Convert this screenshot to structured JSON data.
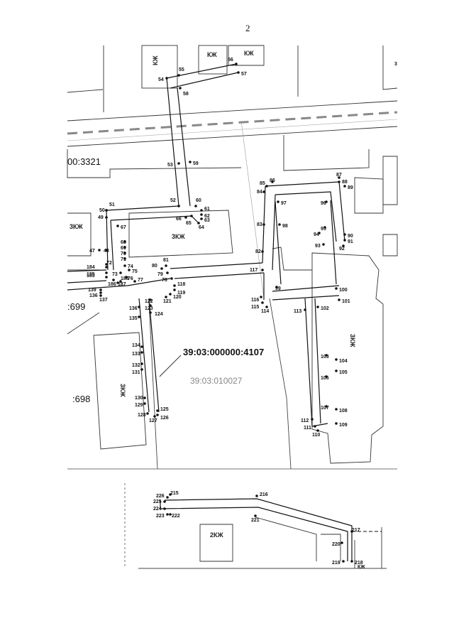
{
  "page_number": "2",
  "labels": {
    "main_parcel": "39:03:000000:4107",
    "quarter": "39:03:010027",
    "parcel_3321": "00:3321",
    "parcel_699": ":699",
    "parcel_698": ":698",
    "margin_mark": "3"
  },
  "buildings": [
    {
      "id": "b1",
      "label": "КЖ"
    },
    {
      "id": "b2",
      "label": "КЖ"
    },
    {
      "id": "b3",
      "label": "КЖ"
    },
    {
      "id": "b4",
      "label": "3КЖ"
    },
    {
      "id": "b5",
      "label": "3КЖ"
    },
    {
      "id": "b6",
      "label": "3КЖ"
    },
    {
      "id": "b7",
      "label": "3КЖ"
    },
    {
      "id": "b8",
      "label": "2КЖ"
    },
    {
      "id": "b9",
      "label": "КЖ"
    }
  ],
  "points": [
    "56",
    "57",
    "55",
    "54",
    "58",
    "53",
    "59",
    "52",
    "60",
    "61",
    "62",
    "63",
    "64",
    "65",
    "66",
    "67",
    "51",
    "50",
    "49",
    "47",
    "48",
    "68",
    "69",
    "70",
    "71",
    "74",
    "75",
    "73",
    "76",
    "77",
    "72",
    "184",
    "185",
    "183",
    "186",
    "187",
    "188",
    "139",
    "136",
    "137",
    "80",
    "81",
    "79",
    "78",
    "118",
    "119",
    "120",
    "121",
    "122",
    "123",
    "124",
    "136",
    "135",
    "134",
    "133",
    "132",
    "131",
    "130",
    "129",
    "128",
    "127",
    "126",
    "125",
    "85",
    "86",
    "84",
    "83",
    "82",
    "117",
    "116",
    "115",
    "114",
    "87",
    "88",
    "89",
    "97",
    "96",
    "98",
    "95",
    "94",
    "90",
    "91",
    "93",
    "92",
    "99",
    "100",
    "101",
    "113",
    "102",
    "103",
    "104",
    "105",
    "106",
    "107",
    "108",
    "112",
    "111",
    "110",
    "109",
    "226",
    "215",
    "225",
    "224",
    "223",
    "222",
    "216",
    "221",
    "217",
    "220",
    "219",
    "218"
  ]
}
